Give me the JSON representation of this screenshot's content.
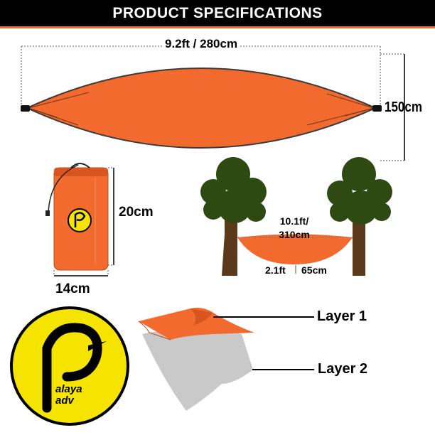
{
  "header": {
    "title": "PRODUCT SPECIFICATIONS"
  },
  "dimensions": {
    "length": "9.2ft / 280cm",
    "width": "150cm",
    "bag_height": "20cm",
    "bag_width": "14cm",
    "hang_length_ft": "10.1ft/",
    "hang_length_cm": "310cm",
    "sag_ft": "2.1ft",
    "sag_cm": "65cm"
  },
  "layers": {
    "layer1": "Layer 1",
    "layer2": "Layer 2"
  },
  "logo": {
    "text_line1": "alaya",
    "text_line2": "adv"
  },
  "colors": {
    "orange": "#f26a2e",
    "black": "#000000",
    "yellow": "#f5e400",
    "tree_green": "#2e4a12",
    "trunk": "#5a3a1a",
    "gray": "#c9c9c9"
  },
  "icons": [
    "hammock-icon",
    "stuff-sack-icon",
    "tree-icon",
    "brand-logo-icon"
  ]
}
